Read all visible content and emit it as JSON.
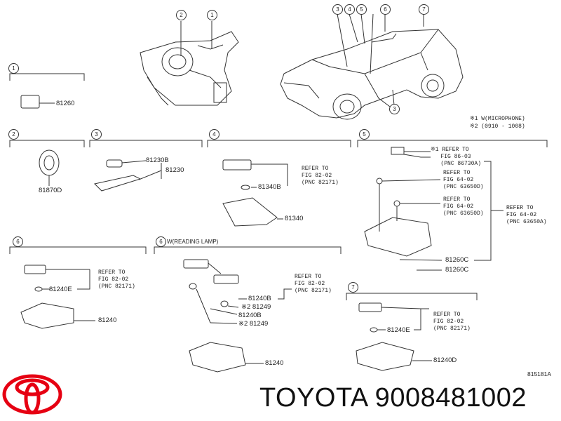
{
  "callouts": [
    "1",
    "2",
    "3",
    "4",
    "5",
    "6",
    "7",
    "3"
  ],
  "notes": {
    "note1": "※1 W(MICROPHONE)",
    "note2": "※2 (0910 - 1008)"
  },
  "sections": {
    "s1": {
      "num": "1",
      "parts": [
        "81260"
      ]
    },
    "s2": {
      "num": "2",
      "parts": [
        "81870D"
      ]
    },
    "s3": {
      "num": "3",
      "parts": [
        "81230B",
        "81230"
      ]
    },
    "s4": {
      "num": "4",
      "parts": [
        "81340B",
        "81340"
      ],
      "refer": "REFER TO\nFIG 82-02\n(PNC 82171)"
    },
    "s5": {
      "num": "5",
      "parts": [
        "81260C",
        "81260C"
      ],
      "refer1": "※1 REFER TO\n   FIG 86-03\n   (PNC 86730A)",
      "refer2": "REFER TO\nFIG 64-02\n(PNC 63650D)",
      "refer3": "REFER TO\nFIG 64-02\n(PNC 63650D)",
      "refer4": "REFER TO\nFIG 64-02\n(PNC 63650A)"
    },
    "s6a": {
      "num": "6",
      "parts": [
        "81240E",
        "81240"
      ],
      "refer": "REFER TO\nFIG 82-02\n(PNC 82171)"
    },
    "s6b": {
      "num": "6",
      "title": "W(READING LAMP)",
      "parts": [
        "81240B",
        "※2 81249",
        "81240B",
        "※2 81249",
        "81240"
      ],
      "refer": "REFER TO\nFIG 82-02\n(PNC 82171)"
    },
    "s7": {
      "num": "7",
      "parts": [
        "81240E",
        "81240D"
      ],
      "refer": "REFER TO\nFIG 82-02\n(PNC 82171)"
    }
  },
  "figure_id": "815181A",
  "brand_text": "TOYOTA 9008481002",
  "colors": {
    "logo": "#e60012",
    "line": "#333333"
  }
}
